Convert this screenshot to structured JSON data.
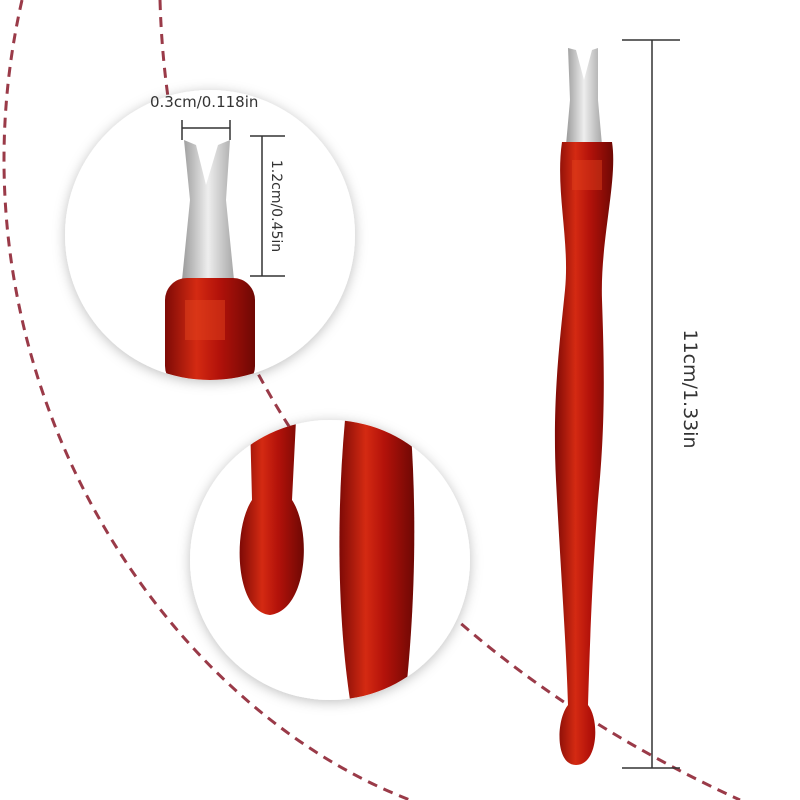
{
  "labels": {
    "tip_width": "0.3cm/0.118in",
    "tip_length": "1.2cm/0.45in",
    "total_length": "11cm/1.33in"
  },
  "colors": {
    "dash": "#9a3a48",
    "handle": "#c0150c",
    "handle_dark": "#7e0a06",
    "steel": "#c8c8c8"
  }
}
